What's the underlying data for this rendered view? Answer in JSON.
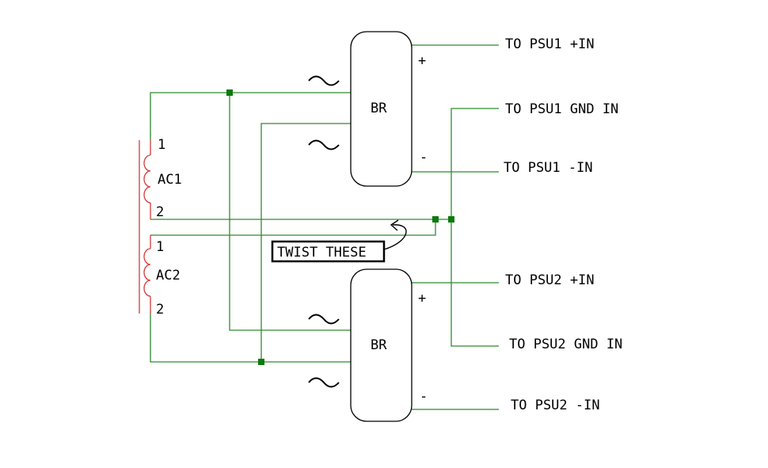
{
  "colors": {
    "wire": "#2e8b2e",
    "node": "#0b7a0b",
    "coil": "#d43a3a",
    "ink": "#000000"
  },
  "transformer": {
    "ac1": {
      "name": "AC1",
      "pin1": "1",
      "pin2": "2"
    },
    "ac2": {
      "name": "AC2",
      "pin1": "1",
      "pin2": "2"
    }
  },
  "rectifiers": {
    "top": {
      "name": "BR",
      "plus": "+",
      "minus": "-"
    },
    "bottom": {
      "name": "BR",
      "plus": "+",
      "minus": "-"
    }
  },
  "outputs": {
    "psu1_plus": "TO PSU1 +IN",
    "psu1_gnd": "TO PSU1 GND IN",
    "psu1_minus": "TO PSU1 -IN",
    "psu2_plus": "TO PSU2 +IN",
    "psu2_gnd": "TO PSU2 GND IN",
    "psu2_minus": "TO PSU2 -IN"
  },
  "note": "TWIST THESE"
}
